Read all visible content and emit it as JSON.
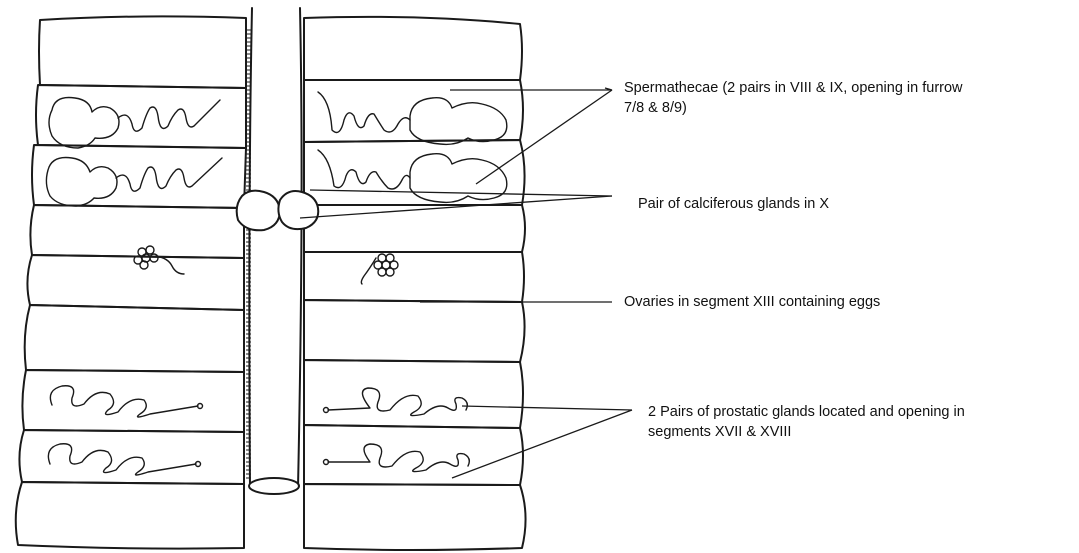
{
  "labels": {
    "spermathecae": {
      "line1": "Spermathecae (2 pairs in VIII & IX, opening in furrow",
      "line2": "7/8 & 8/9)"
    },
    "calciferous": {
      "line1": "Pair of calciferous glands in X"
    },
    "ovaries": {
      "line1": "Ovaries in segment XIII containing eggs"
    },
    "prostatic": {
      "line1": "2 Pairs of prostatic glands located and opening in",
      "line2": "segments XVII & XVIII"
    }
  }
}
